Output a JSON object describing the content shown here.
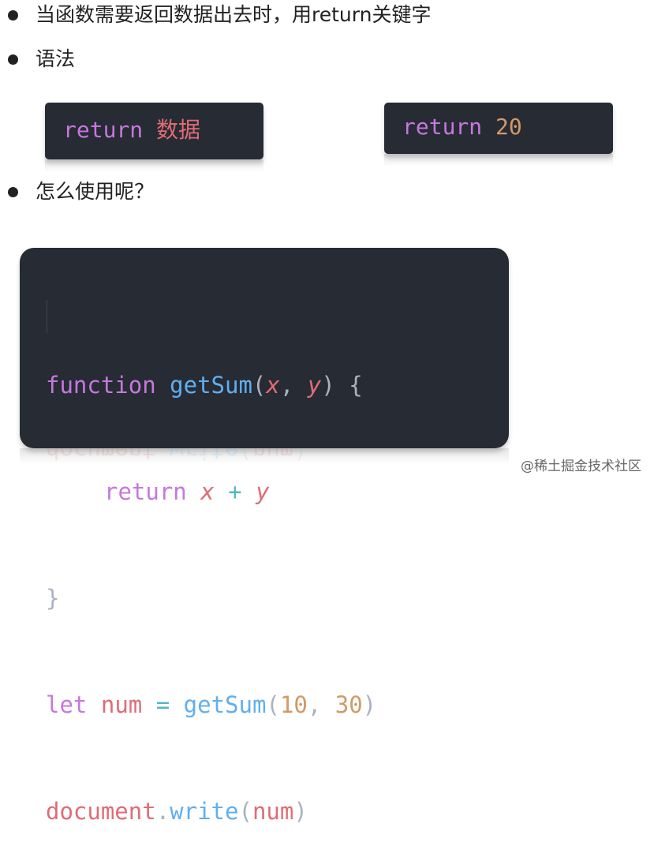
{
  "bullets": [
    {
      "text": "当函数需要返回数据出去时，用return关键字"
    },
    {
      "text": "语法"
    },
    {
      "text": "怎么使用呢？"
    }
  ],
  "syntax_examples": [
    {
      "keyword": "return",
      "value": "数据"
    },
    {
      "keyword": "return",
      "value": "20"
    }
  ],
  "code_example": {
    "line1": {
      "kw": "function",
      "fn": "getSum",
      "open": "(",
      "p1": "x",
      "comma": ",",
      "p2": "y",
      "close": ")",
      "brace": "{"
    },
    "line2": {
      "kw": "return",
      "a": "x",
      "op": "+",
      "b": "y"
    },
    "line3": {
      "brace": "}"
    },
    "line4": {
      "kw": "let",
      "var": "num",
      "eq": "=",
      "fn": "getSum",
      "open": "(",
      "n1": "10",
      "comma": ",",
      "n2": "30",
      "close": ")"
    },
    "line5": {
      "obj": "document",
      "dot": ".",
      "method": "write",
      "open": "(",
      "arg": "num",
      "close": ")"
    }
  },
  "colors": {
    "code_background": "#272b34",
    "keyword": "#c678dd",
    "function": "#61afef",
    "variable": "#e06c75",
    "number": "#d19a66",
    "operator": "#56b6c2",
    "punctuation": "#abb2bf"
  },
  "watermark": "@稀土掘金技术社区"
}
